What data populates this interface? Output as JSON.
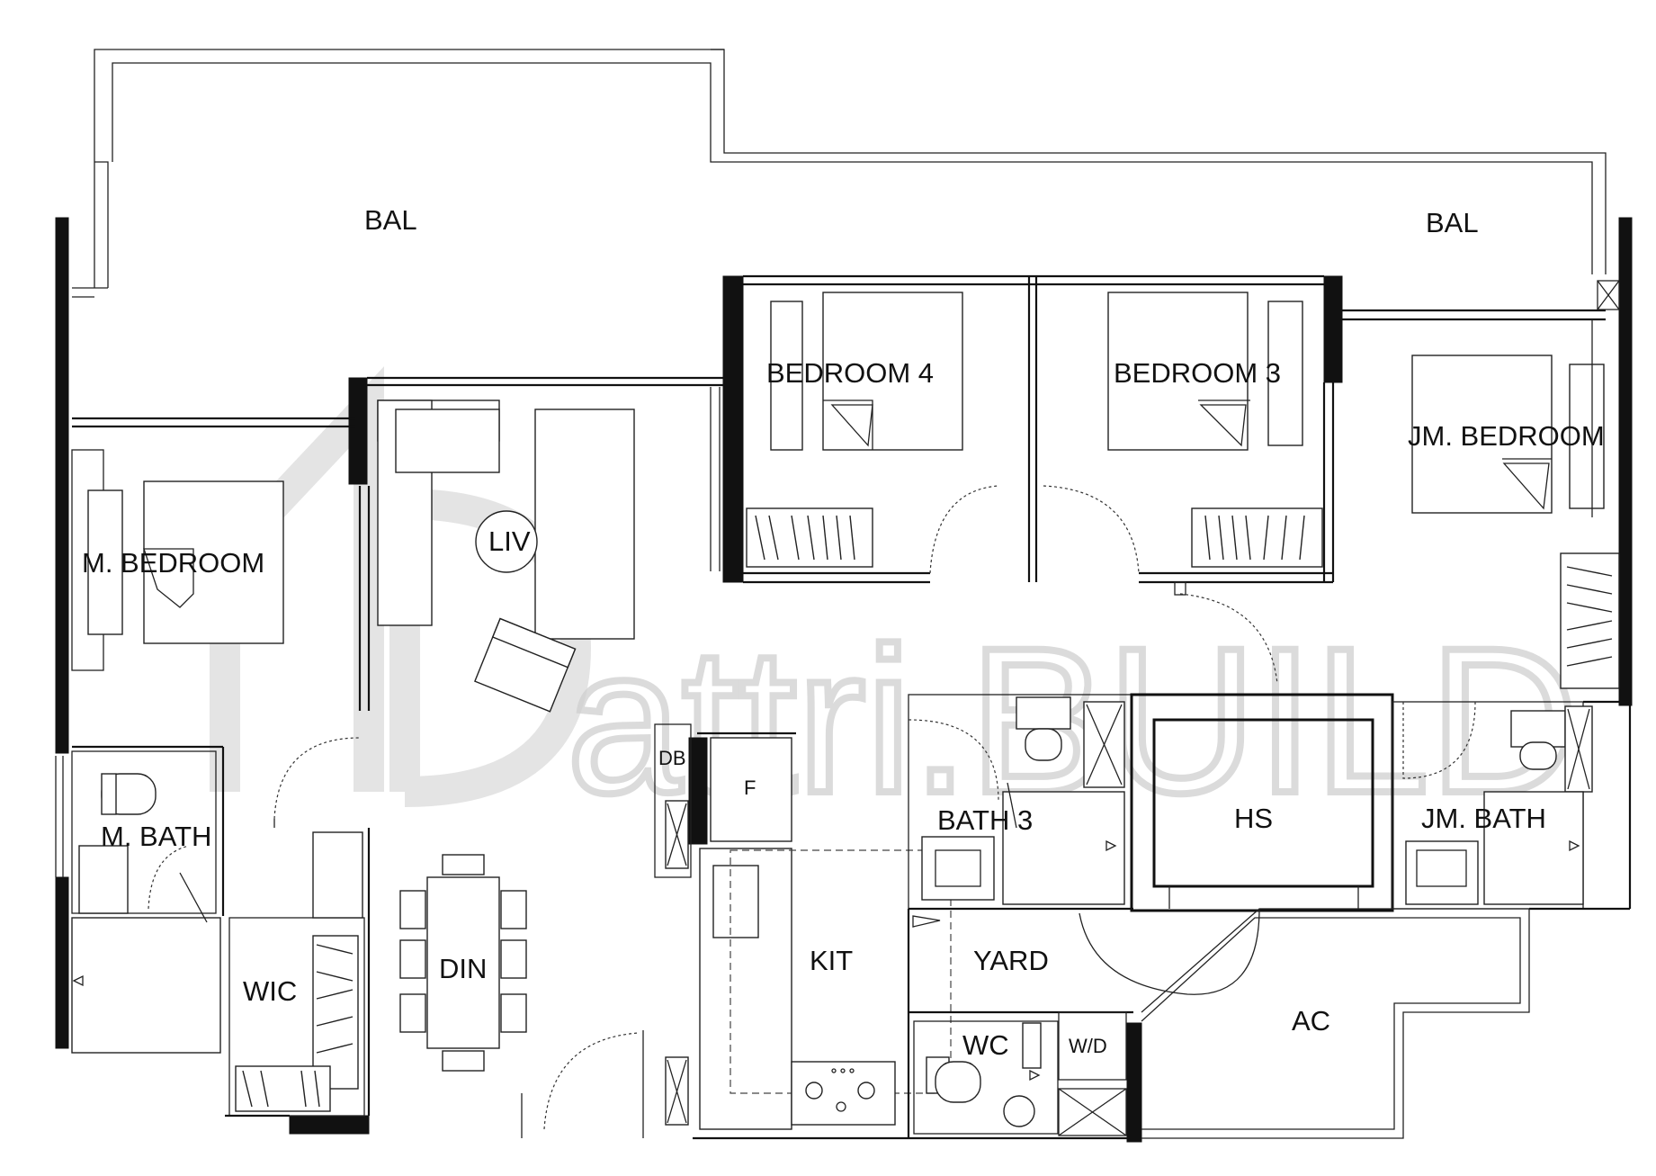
{
  "rooms": {
    "bal_left": "BAL",
    "bal_right": "BAL",
    "bedroom4": "BEDROOM 4",
    "bedroom3": "BEDROOM 3",
    "jm_bedroom": "JM. BEDROOM",
    "m_bedroom": "M. BEDROOM",
    "liv": "LIV",
    "m_bath": "M. BATH",
    "wic": "WIC",
    "din": "DIN",
    "db": "DB",
    "f": "F",
    "kit": "KIT",
    "bath3": "BATH 3",
    "hs": "HS",
    "jm_bath": "JM. BATH",
    "yard": "YARD",
    "wc": "WC",
    "wd": "W/D",
    "ac": "AC"
  },
  "watermark": {
    "text": "attri.BUILD",
    "color": "#cfcfcf"
  },
  "colors": {
    "line": "#111111",
    "background": "#ffffff"
  }
}
